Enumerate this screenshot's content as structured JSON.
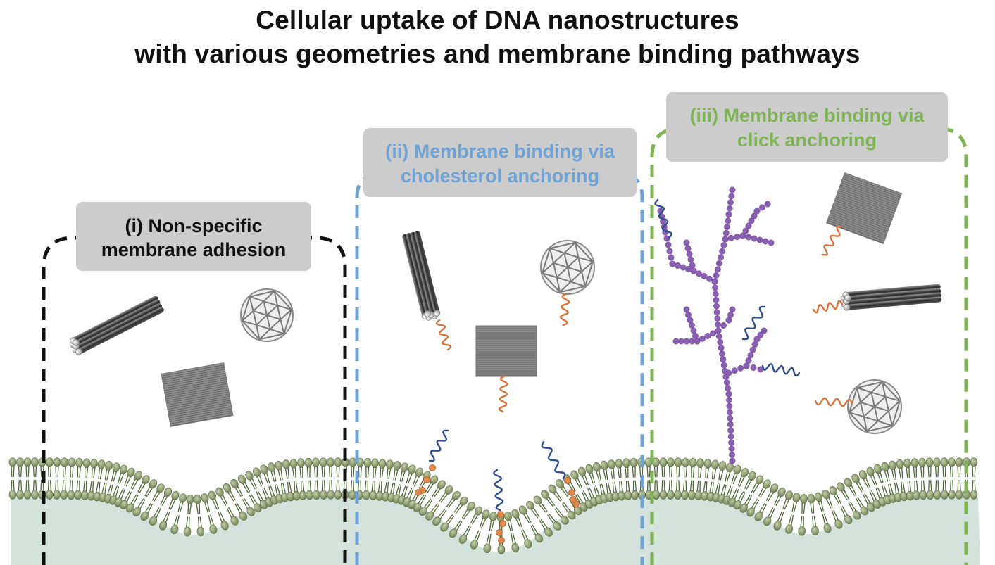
{
  "title": {
    "line1": "Cellular uptake of DNA nanostructures",
    "line2": "with various geometries and membrane binding pathways"
  },
  "panels": [
    {
      "id": "i",
      "label_line1": "(i) Non-specific",
      "label_line2": "membrane adhesion",
      "color": "#111111"
    },
    {
      "id": "ii",
      "label_line1": "(ii) Membrane binding via",
      "label_line2": "cholesterol anchoring",
      "color": "#6fa3d6"
    },
    {
      "id": "iii",
      "label_line1": "(iii) Membrane binding via",
      "label_line2": "click anchoring",
      "color": "#7db552"
    }
  ],
  "colors": {
    "label_box": "#cccccc",
    "membrane_head": "#8a9a6e",
    "membrane_tail": "#4f6b3a",
    "cytoplasm": "#d3e2db",
    "dendrimer": "#8a5fb3",
    "dna_blue": "#2f4f8f",
    "dna_orange": "#d9733a",
    "cholesterol": "#e0894a"
  },
  "icons": [
    "dna-bundle-icon",
    "icosahedron-icon",
    "dna-tile-icon",
    "dendrimer-icon",
    "dna-strand-icon",
    "lipid-bilayer-icon"
  ]
}
